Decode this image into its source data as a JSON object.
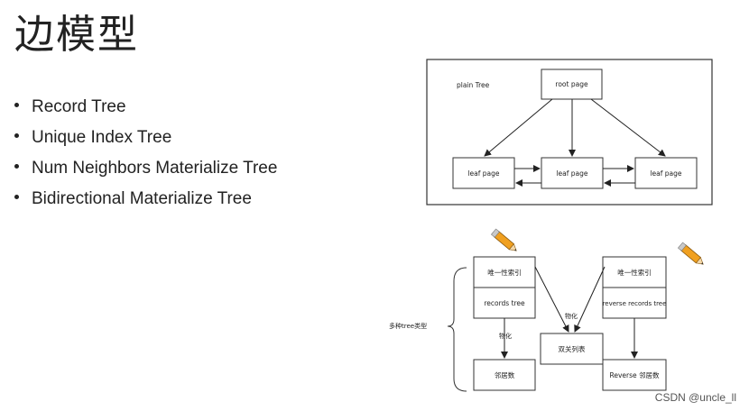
{
  "slide": {
    "title": "边模型",
    "bullets": [
      "Record Tree",
      "Unique Index Tree",
      "Num Neighbors Materialize Tree",
      "Bidirectional Materialize Tree"
    ]
  },
  "diagram_top": {
    "label": "plain Tree",
    "root": "root page",
    "leaves": [
      "leaf page",
      "leaf page",
      "leaf page"
    ]
  },
  "diagram_bottom": {
    "side_label": "多种tree类型",
    "left_header": "唯一性索引",
    "left_tree": "records tree",
    "left_edge_label": "物化",
    "left_bottom": "邻居数",
    "right_header": "唯一性索引",
    "right_tree": "reverse records tree",
    "right_bottom": "Reverse 邻居数",
    "center_box": "双关列表",
    "center_edge_label": "物化"
  },
  "watermark": "CSDN @uncle_ll"
}
